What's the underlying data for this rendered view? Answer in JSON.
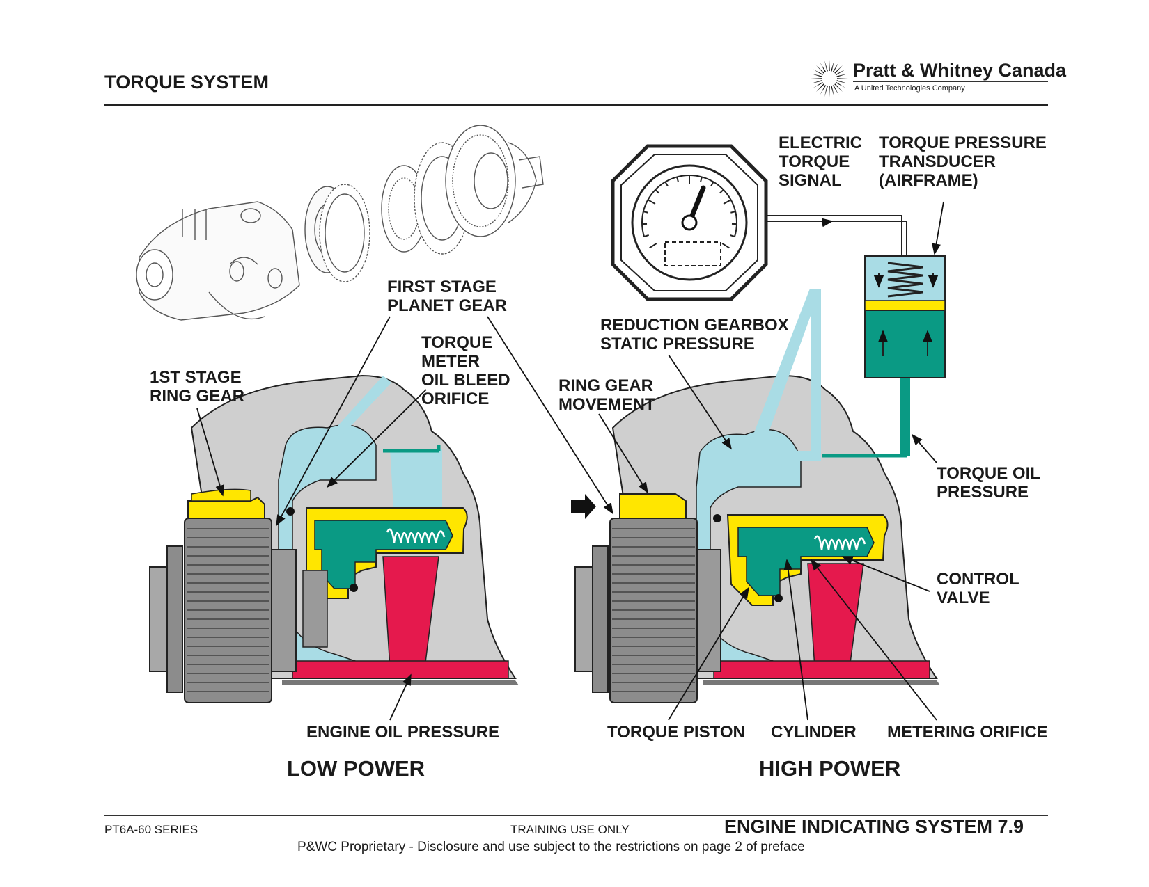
{
  "header": {
    "title": "TORQUE SYSTEM"
  },
  "logo": {
    "name": "Pratt & Whitney Canada",
    "subtitle": "A United Technologies Company"
  },
  "labels": {
    "first_stage_planet_gear": [
      "FIRST STAGE",
      "PLANET GEAR"
    ],
    "torque_meter_bleed": [
      "TORQUE",
      "METER",
      "OIL BLEED",
      "ORIFICE"
    ],
    "ring_gear_1st": [
      "1ST STAGE",
      "RING GEAR"
    ],
    "engine_oil_pressure": "ENGINE OIL PRESSURE",
    "electric_signal": [
      "ELECTRIC",
      "TORQUE",
      "SIGNAL"
    ],
    "transducer": [
      "TORQUE PRESSURE",
      "TRANSDUCER",
      "(AIRFRAME)"
    ],
    "reduction_gearbox": [
      "REDUCTION GEARBOX",
      "STATIC PRESSURE"
    ],
    "ring_gear_movement": [
      "RING GEAR",
      "MOVEMENT"
    ],
    "torque_oil_pressure": [
      "TORQUE OIL",
      "PRESSURE"
    ],
    "control_valve": [
      "CONTROL",
      "VALVE"
    ],
    "torque_piston": "TORQUE PISTON",
    "cylinder": "CYLINDER",
    "metering_orifice": "METERING ORIFICE"
  },
  "captions": {
    "low": "LOW POWER",
    "high": "HIGH POWER"
  },
  "footer": {
    "series": "PT6A-60 SERIES",
    "training": "TRAINING USE ONLY",
    "section": "ENGINE INDICATING SYSTEM 7.9",
    "proprietary": "P&WC Proprietary - Disclosure and use subject to the restrictions on page 2 of preface"
  },
  "colors": {
    "housing_grey": "#cfcfcf",
    "static_oil_blue": "#a9dce5",
    "torque_oil_green": "#0a9a84",
    "engine_oil_red": "#e5194d",
    "ring_gear_yellow": "#ffe600"
  }
}
